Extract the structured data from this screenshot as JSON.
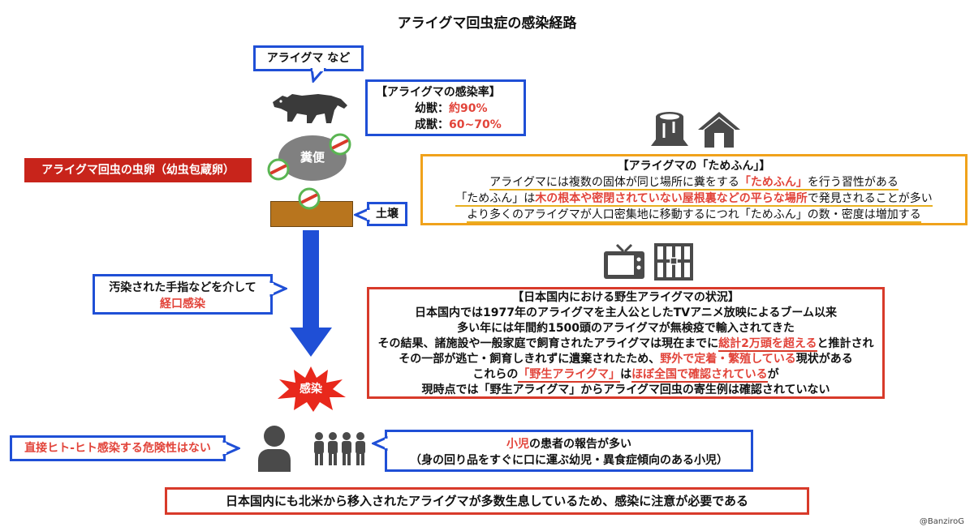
{
  "title": "アライグマ回虫症の感染経路",
  "raccoon_callout": "アライグマ など",
  "infection_rate": {
    "heading": "【アライグマの感染率】",
    "young_label": "幼獣：",
    "young_value": "約90%",
    "adult_label": "成獣：",
    "adult_value": "60~70%"
  },
  "feces_label": "糞便",
  "eggs_label": "アライグマ回虫の虫卵（幼虫包蔵卵）",
  "soil_label": "土壌",
  "route_callout": {
    "line1": "汚染された手指などを介して",
    "line2": "経口感染"
  },
  "infection_label": "感染",
  "latrine": {
    "heading": "【アライグマの「ためふん」】",
    "l1_a": "アライグマには複数の固体が同じ場所に糞をする",
    "l1_hl": "「ためふん」",
    "l1_b": "を行う習性がある",
    "l2_a": "「ためふん」は",
    "l2_hl": "木の根本や密閉されていない屋根裏などの平らな場所",
    "l2_b": "で発見されることが多い",
    "l3": "より多くのアライグマが人口密集地に移動するにつれ「ためふん」の数・密度は増加する"
  },
  "status": {
    "heading": "【日本国内における野生アライグマの状況】",
    "l1": "日本国内では1977年のアライグマを主人公としたTVアニメ放映によるブーム以来",
    "l2": "多い年には年間約1500頭のアライグマが無検疫で輸入されてきた",
    "l3_a": "その結果、諸施設や一般家庭で飼育されたアライグマは現在までに",
    "l3_hl": "総計2万頭を超える",
    "l3_b": "と推計され",
    "l4_a": "その一部が逃亡・飼育しきれずに遺棄されたため、",
    "l4_hl": "野外で定着・繁殖している",
    "l4_b": "現状がある",
    "l5_a": "これらの",
    "l5_hl1": "「野生アライグマ」",
    "l5_b": "は",
    "l5_hl2": "ほぼ全国で確認されている",
    "l5_c": "が",
    "l6": "現時点では「野生アライグマ」からアライグマ回虫の寄生例は確認されていない"
  },
  "human_callout": "直接ヒト-ヒト感染する危険性はない",
  "children": {
    "l1_hl": "小児",
    "l1_b": "の患者の報告が多い",
    "l2": "（身の回り品をすぐに口に運ぶ幼児・異食症傾向のある小児）"
  },
  "bottom_note": "日本国内にも北米から移入されたアライグマが多数生息しているため、感染に注意が必要である",
  "credit": "@BanziroG",
  "icons": [
    "raccoon-icon",
    "stump-icon",
    "house-icon",
    "tv-icon",
    "cage-icon",
    "person-icon",
    "children-icon",
    "egg-icon",
    "starburst-icon",
    "arrow-down-icon"
  ],
  "colors": {
    "blue": "#1f4fd6",
    "red": "#d83a2a",
    "orange": "#f0a21b",
    "highlight": "#e2443a",
    "soil": "#b8751e"
  }
}
